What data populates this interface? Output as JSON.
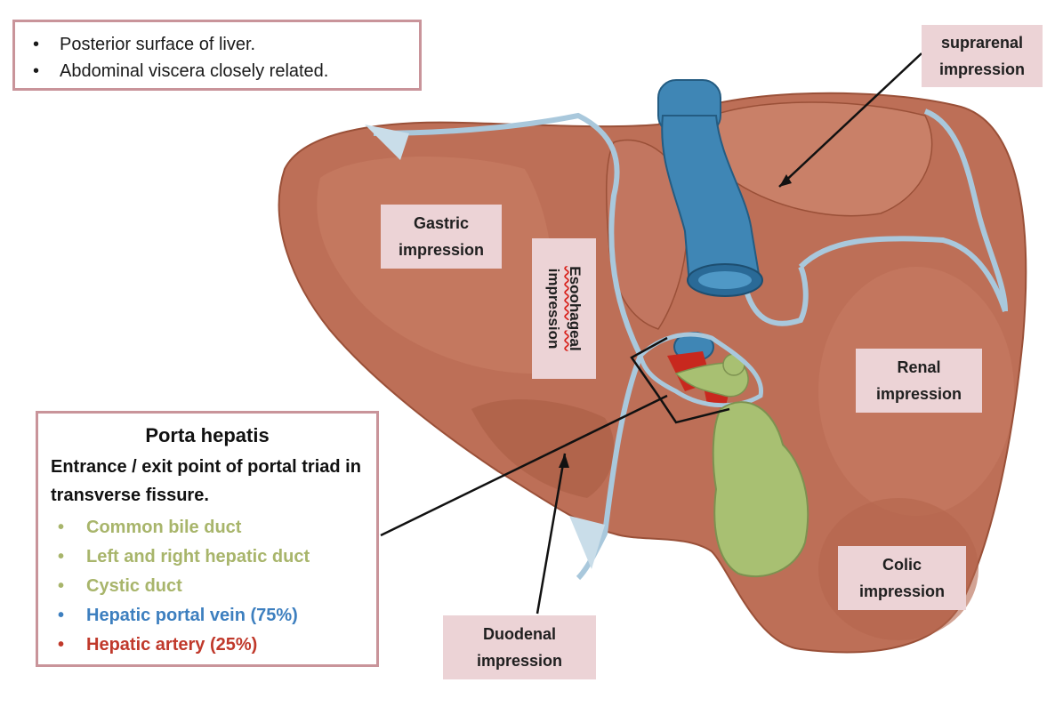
{
  "colors": {
    "liver": "#bd6f57",
    "liver_shadow": "#a5593f",
    "vein": "#3f86b5",
    "artery": "#c8281e",
    "bile": "#a8c072",
    "label_bg": "#ecd3d6",
    "box_border": "#c9949a"
  },
  "intro": {
    "items": [
      "Posterior surface of liver.",
      "Abdominal viscera closely related."
    ]
  },
  "labels": {
    "suprarenal": [
      "suprarenal",
      "impression"
    ],
    "gastric": [
      "Gastric",
      "impression"
    ],
    "esophageal": [
      "Esoohageal",
      "impression"
    ],
    "renal": [
      "Renal",
      "impression"
    ],
    "colic": [
      "Colic",
      "impression"
    ],
    "duodenal": [
      "Duodenal",
      "impression"
    ]
  },
  "porta": {
    "title": "Porta hepatis",
    "description": "Entrance / exit point of portal triad in transverse fissure.",
    "items": [
      {
        "text": "Common bile duct",
        "color": "#a8b56b"
      },
      {
        "text": "Left and right hepatic duct",
        "color": "#a8b56b"
      },
      {
        "text": "Cystic duct",
        "color": "#a8b56b"
      },
      {
        "text": "Hepatic portal vein (75%)",
        "color": "#3d7fbf"
      },
      {
        "text": "Hepatic artery (25%)",
        "color": "#c0392b"
      }
    ]
  }
}
